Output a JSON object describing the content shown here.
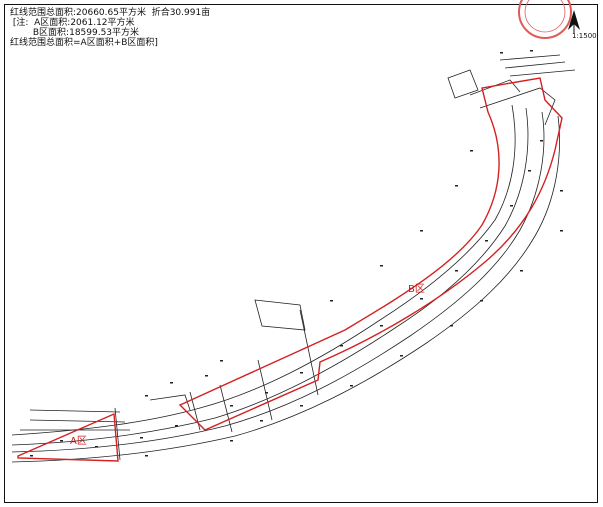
{
  "notes": {
    "line1": "红线范围总面积:20660.65平方米  折合30.991亩",
    "line2": " [注:  A区面积:2061.12平方米",
    "line3": "        B区面积:18599.53平方米",
    "line4": "红线范围总面积=A区面积+B区面积]"
  },
  "scale": "1:1500",
  "zones": {
    "a_label": "A区",
    "b_label": "B区"
  },
  "colors": {
    "boundary": "#d42020",
    "linework": "#222222",
    "stamp": "#e05a5a"
  },
  "icons": {
    "north_arrow": "north-arrow-icon",
    "stamp": "stamp-seal"
  }
}
